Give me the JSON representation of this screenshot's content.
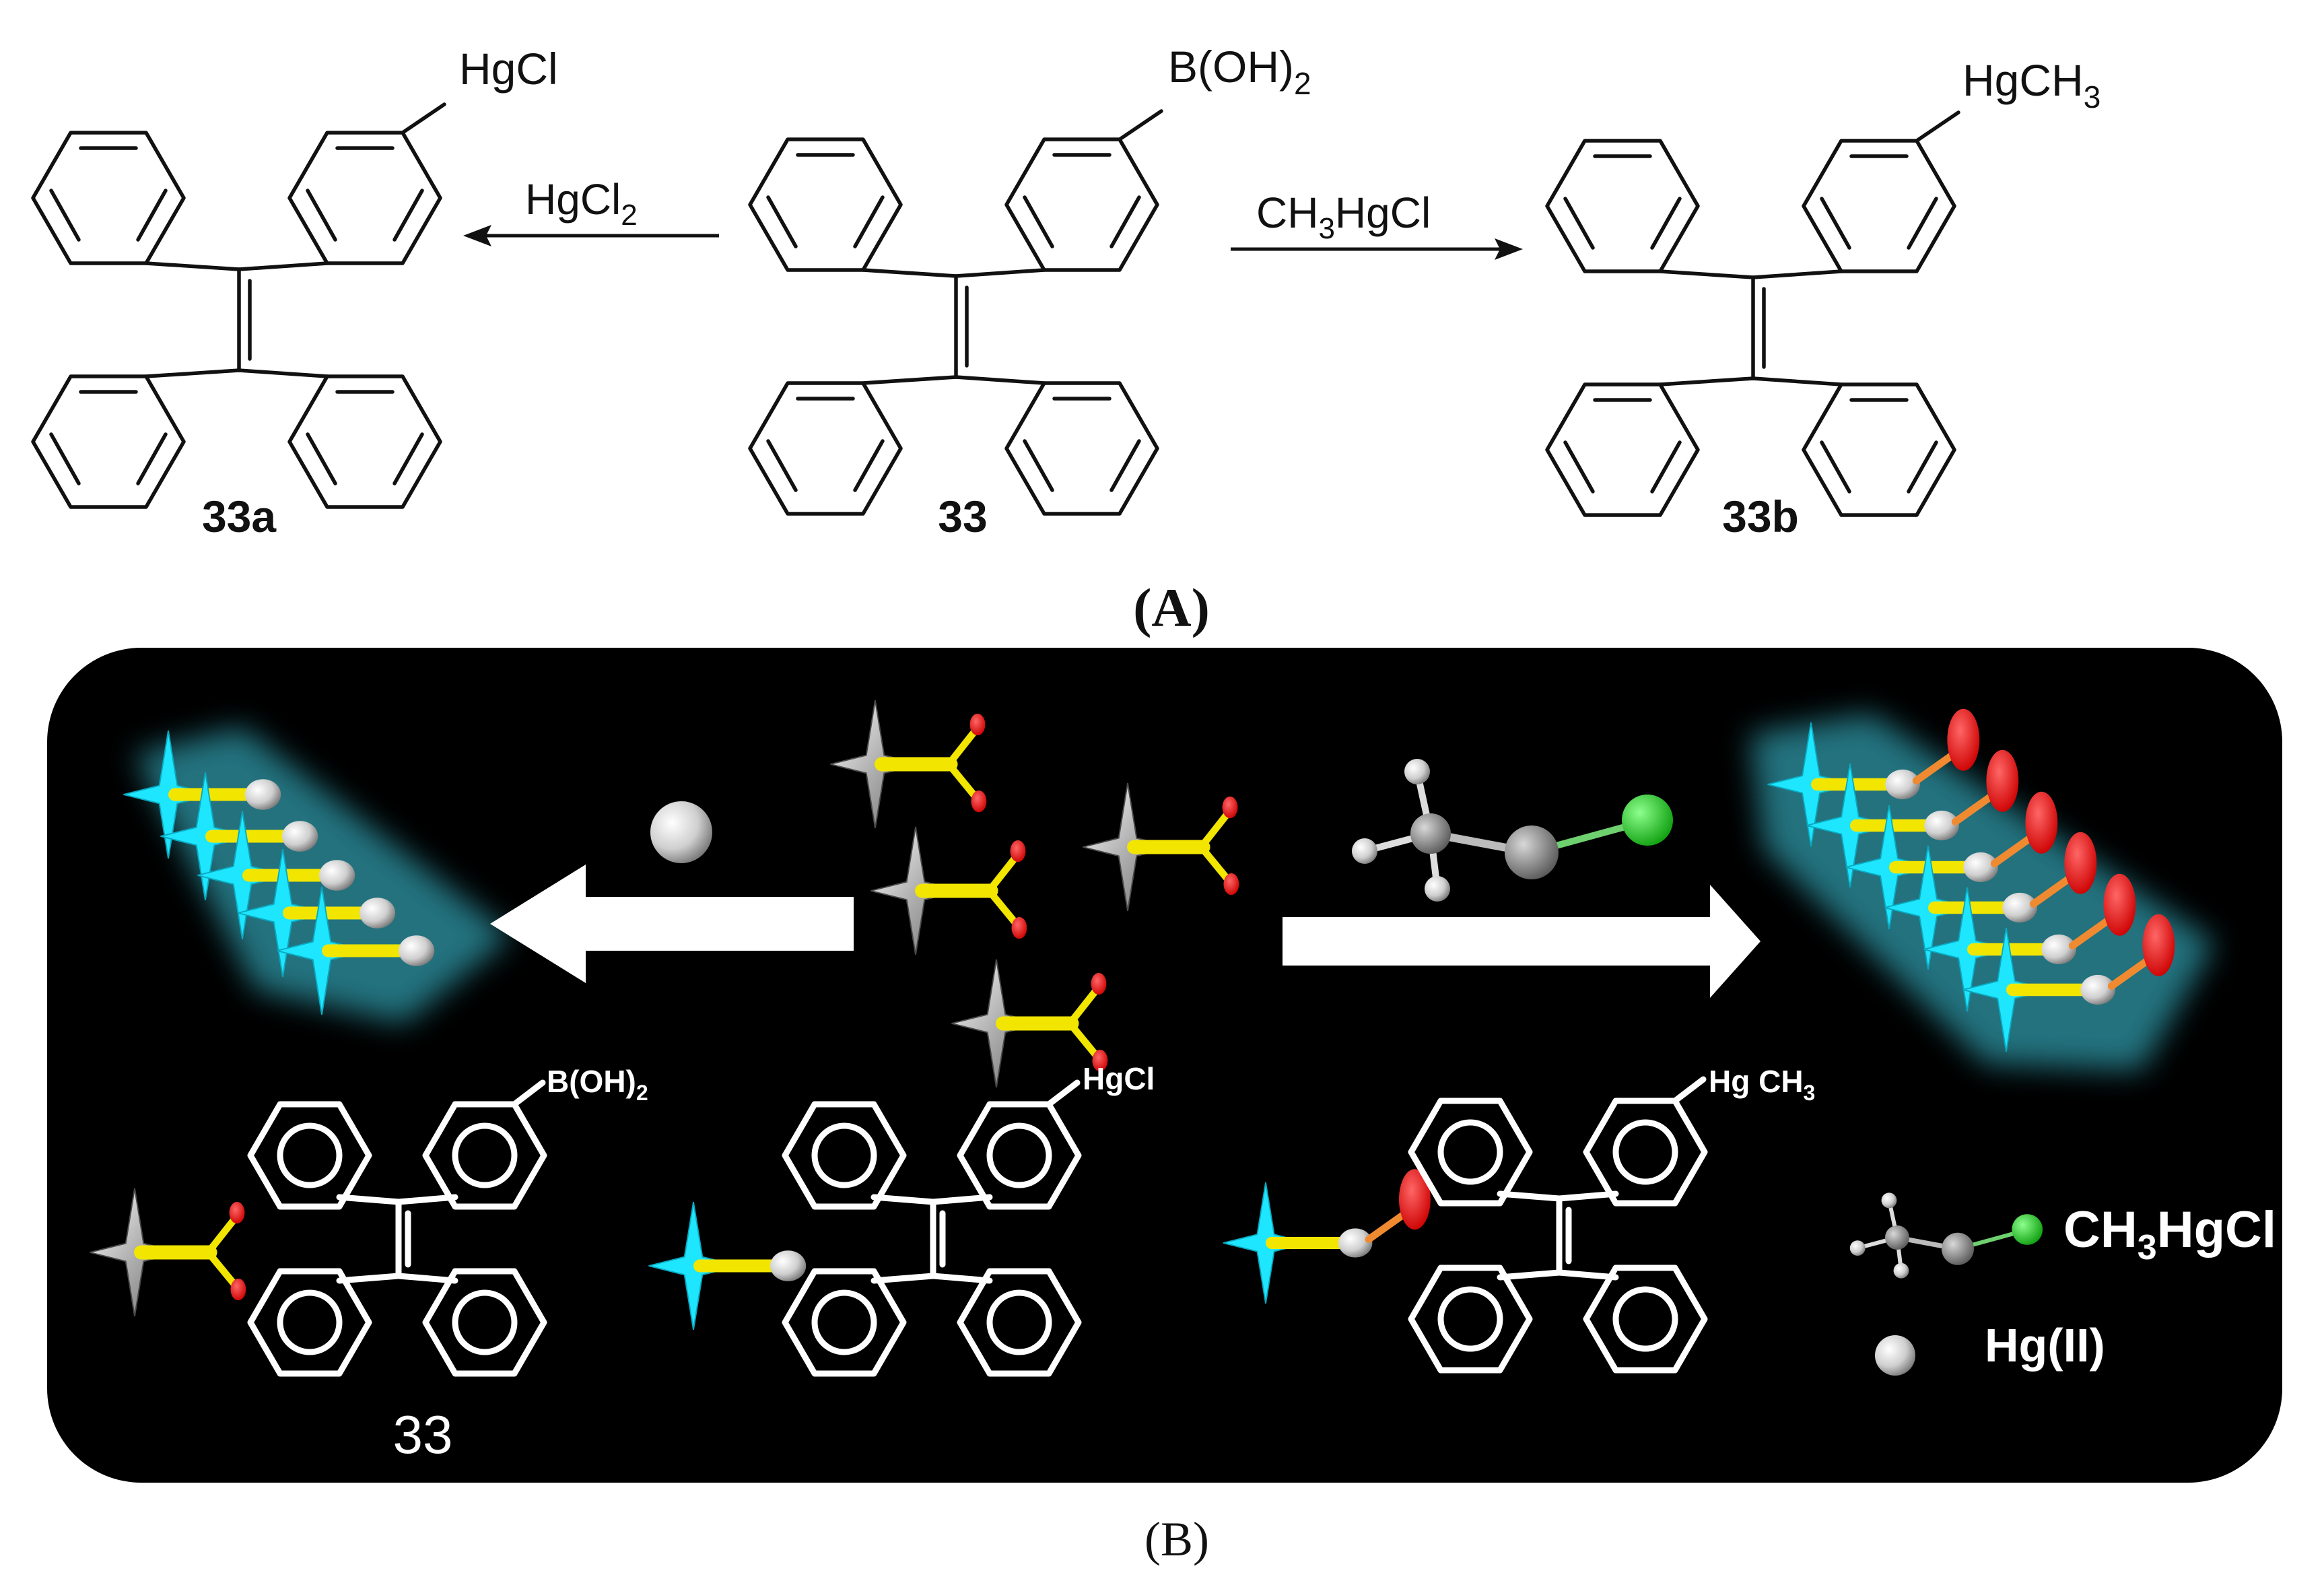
{
  "panel_a": {
    "caption": "(A)",
    "reagent_left": "HgCl",
    "reagent_left_sub": "2",
    "reagent_right_pre": "CH",
    "reagent_right_sub": "3",
    "reagent_right_post": "HgCl",
    "compounds": [
      {
        "id": "33a",
        "substituent": "HgCl",
        "sub": ""
      },
      {
        "id": "33",
        "substituent": "B(OH)",
        "sub": "2"
      },
      {
        "id": "33b",
        "substituent": "HgCH",
        "sub": "3"
      }
    ]
  },
  "panel_b": {
    "caption": "(B)",
    "label_33": "33",
    "sub_b": "B(OH)",
    "sub_b_sub": "2",
    "sub_hgcl": "HgCl",
    "sub_hgch3": "Hg CH",
    "sub_hgch3_sub": "3",
    "legend_ch3hgcl_pre": "CH",
    "legend_ch3hgcl_sub": "3",
    "legend_ch3hgcl_post": "HgCl",
    "legend_hg": "Hg(II)"
  },
  "colors": {
    "panel_bg": "#000000",
    "probe_cyan": "#1ee6ff",
    "probe_glow": "#3fd0e6",
    "boron_yellow": "#f2e600",
    "oxygen_red": "#ff0000",
    "chlorine_green": "#22d022",
    "hg_orange": "#f08a30"
  }
}
